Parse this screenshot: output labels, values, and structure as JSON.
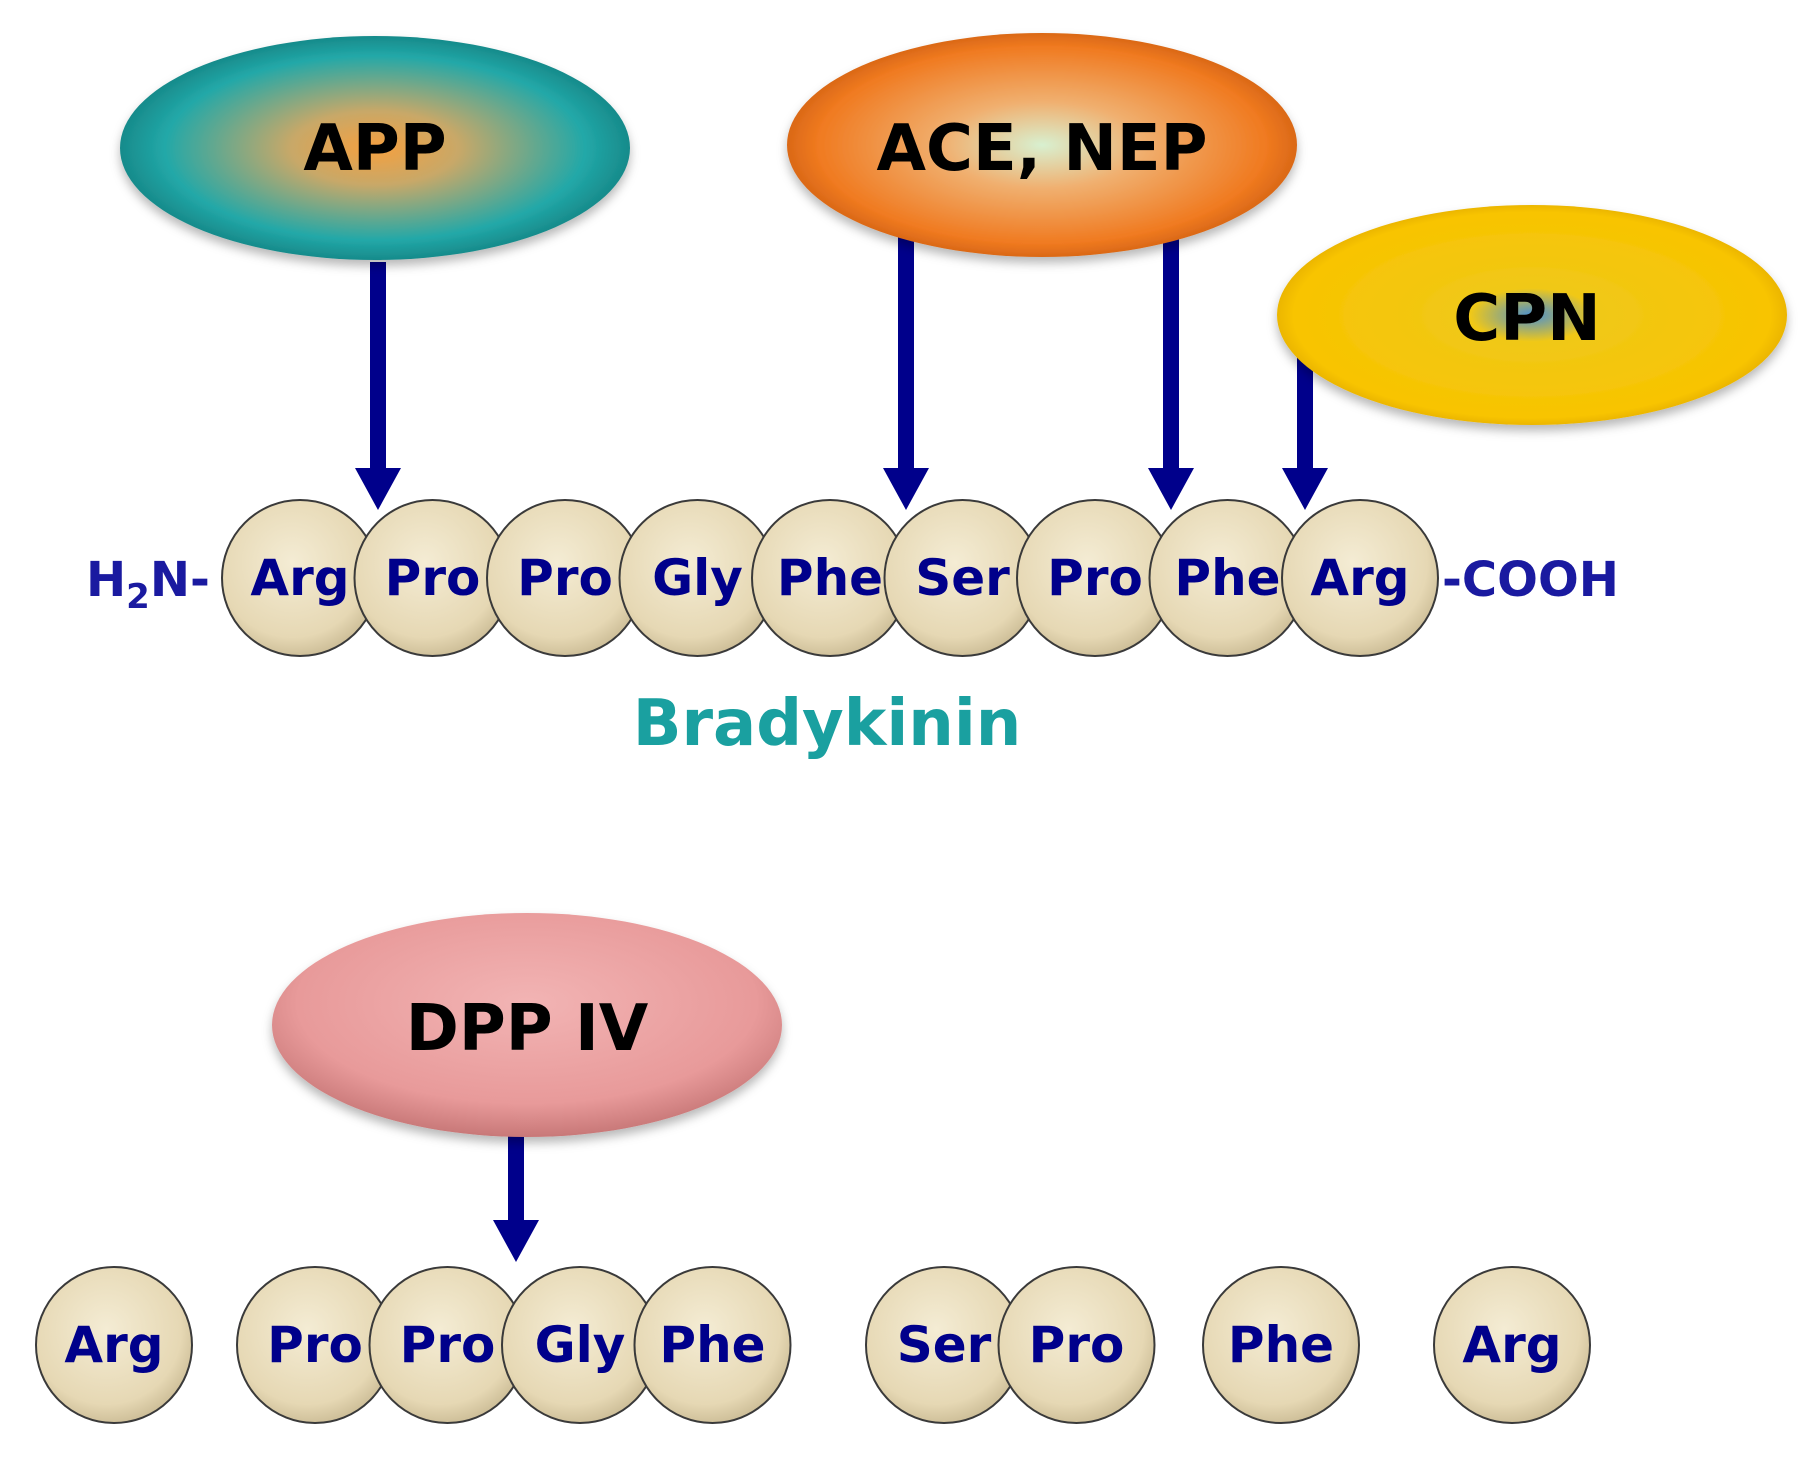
{
  "diagram": {
    "title": "Bradykinin",
    "n_terminus": {
      "main": "H",
      "sub": "2",
      "rest": "N-"
    },
    "c_terminus": "-COOH",
    "enzymes": {
      "app": "APP",
      "ace_nep": "ACE, NEP",
      "cpn": "CPN",
      "dpp": "DPP IV"
    },
    "peptide": [
      "Arg",
      "Pro",
      "Pro",
      "Gly",
      "Phe",
      "Ser",
      "Pro",
      "Phe",
      "Arg"
    ],
    "fragments": [
      [
        "Arg"
      ],
      [
        "Pro",
        "Pro",
        "Gly",
        "Phe"
      ],
      [
        "Ser",
        "Pro"
      ],
      [
        "Phe"
      ],
      [
        "Arg"
      ]
    ],
    "colors": {
      "arrow": "#00008b",
      "residue_fill": "#e8dcbc",
      "residue_text": "#00008b",
      "title": "#1aa0a0",
      "app_enzyme": "#1aa8a8",
      "ace_nep_enzyme": "#f07820",
      "cpn_enzyme": "#f8c800",
      "dpp_enzyme": "#e89c9c"
    }
  }
}
